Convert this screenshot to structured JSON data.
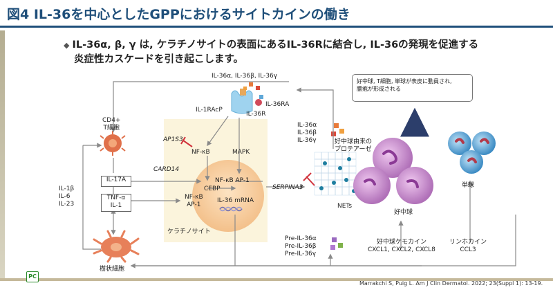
{
  "title": "図4 IL-36を中心としたGPPにおけるサイトカインの働き",
  "bullet": {
    "line1": "IL-36α, β, γ は, ケラチノサイトの表面にあるIL-36Rに結合し, IL-36の発現を促進する",
    "line2": "炎症性カスケードを引き起こします。"
  },
  "labels": {
    "il36_top": "IL-36α, IL-36β, IL-36γ",
    "il36ra": "IL-36RA",
    "il36r": "IL-36R",
    "il1racp": "IL-1RAcP",
    "cd4": "CD4+\nT細胞",
    "il1b_group": "IL-1β\nIL-6\nIL-23",
    "il17a": "IL-17A",
    "tnf": "TNF-α\nIL-1",
    "dendritic": "樹状細胞",
    "ap1s3": "AP1S3",
    "card14": "CARD14",
    "nfkb1": "NF-κB",
    "mapk": "MAPK",
    "nfkb_ap1": "NF-κB AP-1",
    "cebp": "CEBP",
    "nfkb_ap1_2": "NF-κB\nAP-1",
    "il36mrna": "IL-36 mRNA",
    "keratinocyte": "ケラチノサイト",
    "serpina3": "SERPINA3",
    "il36_mid": "IL-36α\nIL-36β\nIL-36γ",
    "protease": "好中球由来の\nプロテアーゼ",
    "nets": "NETs",
    "pre_il36": "Pre-IL-36α\nPre-IL-36β\nPre-IL-36γ",
    "neutrophil": "好中球",
    "monocyte": "単球",
    "chemokine": "好中球ケモカイン\nCXCL1, CXCL2, CXCL8",
    "lymphokine": "リンホカイン\nCCL3",
    "callout": "好中球, T細胞, 単球が表皮に動員され,\n膿疱が形成される"
  },
  "citation": "Marrakchi S, Puig L. Am J Clin Dermatol. 2022; 23(Suppl 1): 13-19.",
  "logo": "PC",
  "colors": {
    "title": "#1f4f7a",
    "keratinocyte_bg": "#fbf4dc",
    "nucleus": "#f6cfa0",
    "neutrophil": "#c98fc9",
    "monocyte": "#5fa8d8",
    "arrow": "#8a8a8a",
    "inhibit": "#d0303a"
  }
}
